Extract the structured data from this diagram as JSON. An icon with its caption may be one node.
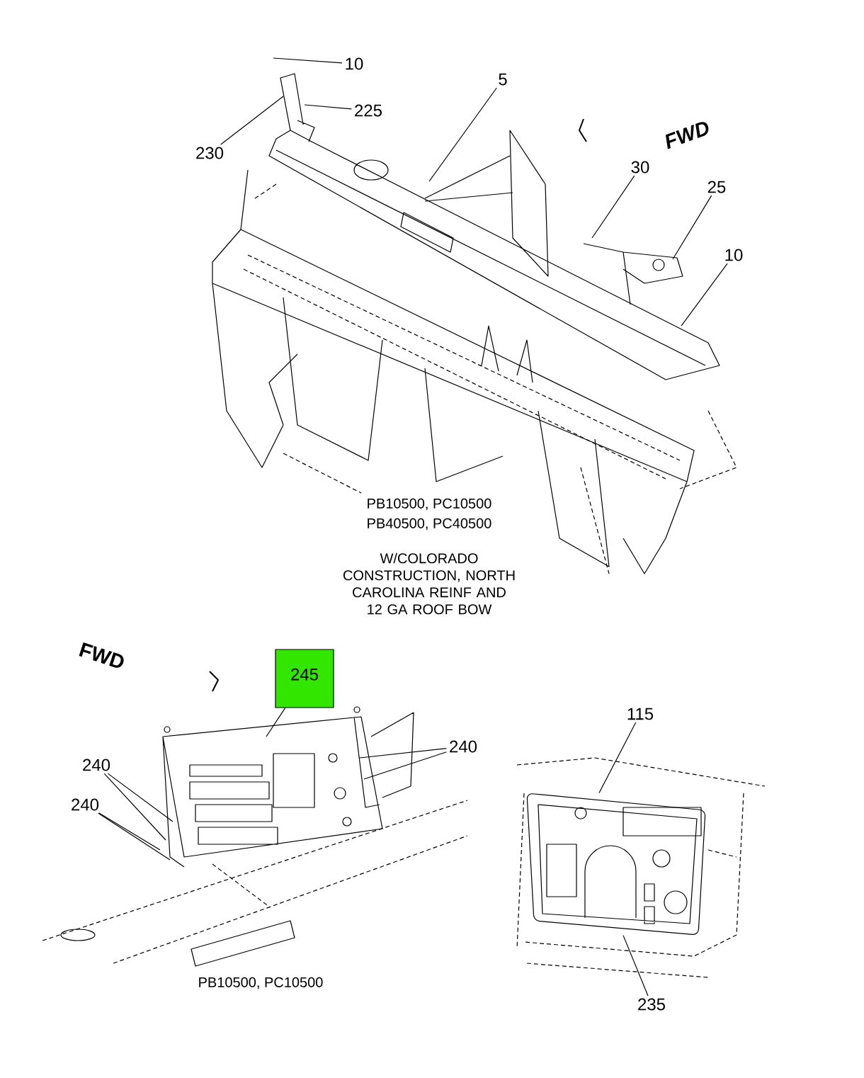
{
  "diagram": {
    "nodes": [
      {
        "text": [
          "10"
        ]
      },
      {
        "text": [
          "225"
        ]
      },
      {
        "text": [
          "230"
        ]
      },
      {
        "text": [
          "5"
        ]
      },
      {
        "text": [
          "30"
        ]
      },
      {
        "text": [
          "25"
        ]
      },
      {
        "text": [
          "10"
        ]
      },
      {
        "text": [
          "245"
        ]
      },
      {
        "text": [
          "240"
        ]
      },
      {
        "text": [
          "240"
        ]
      },
      {
        "text": [
          "240"
        ]
      },
      {
        "text": [
          "115"
        ]
      },
      {
        "text": [
          "235"
        ]
      },
      {
        "text": [],
        "shape": "picture"
      }
    ],
    "edges": [
      {
        "from": 0,
        "to": null,
        "arrow": "none"
      },
      {
        "from": 1,
        "to": null,
        "arrow": "none"
      },
      {
        "from": 2,
        "to": null,
        "arrow": "none"
      },
      {
        "from": 3,
        "to": null,
        "arrow": "none"
      },
      {
        "from": 4,
        "to": null,
        "arrow": "none"
      },
      {
        "from": 5,
        "to": null,
        "arrow": "none"
      },
      {
        "from": 6,
        "to": null,
        "arrow": "none"
      },
      {
        "from": 7,
        "to": null,
        "arrow": "none"
      },
      {
        "from": 8,
        "to": null,
        "arrow": "none"
      },
      {
        "from": 8,
        "to": null,
        "arrow": "none"
      },
      {
        "from": 9,
        "to": null,
        "arrow": "none"
      },
      {
        "from": 9,
        "to": null,
        "arrow": "none"
      },
      {
        "from": 10,
        "to": null,
        "arrow": "none"
      },
      {
        "from": 10,
        "to": null,
        "arrow": "none"
      },
      {
        "from": 11,
        "to": 13,
        "arrow": "none"
      },
      {
        "from": 12,
        "to": 13,
        "arrow": "none"
      }
    ],
    "labels": [
      "FWD",
      "PB10500, PC10500",
      "PB40500, PC40500",
      "W/COLORADO CONSTRUCTION, NORTH CAROLINA REINF AND 12 GA ROOF BOW",
      "FWD",
      "PB10500, PC10500"
    ]
  }
}
